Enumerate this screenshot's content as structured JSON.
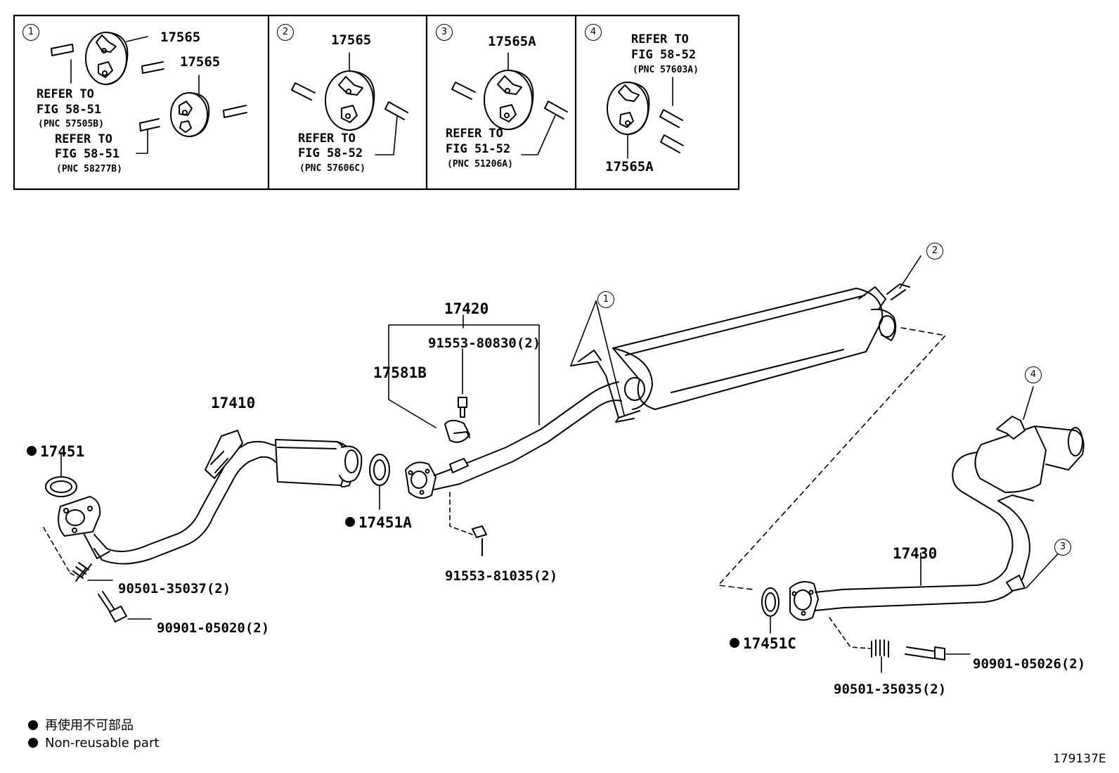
{
  "panels": [
    {
      "index": "1",
      "part_a": "17565",
      "part_b": "17565",
      "ref1": {
        "line1": "REFER TO",
        "line2": "FIG 58-51",
        "pnc": "(PNC 57505B)"
      },
      "ref2": {
        "line1": "REFER TO",
        "line2": "FIG 58-51",
        "pnc": "(PNC 58277B)"
      }
    },
    {
      "index": "2",
      "part": "17565",
      "ref": {
        "line1": "REFER TO",
        "line2": "FIG 58-52",
        "pnc": "(PNC 57606C)"
      }
    },
    {
      "index": "3",
      "part": "17565A",
      "ref": {
        "line1": "REFER TO",
        "line2": "FIG 51-52",
        "pnc": "(PNC 51206A)"
      }
    },
    {
      "index": "4",
      "part": "17565A",
      "ref": {
        "line1": "REFER TO",
        "line2": "FIG 58-52",
        "pnc": "(PNC 57603A)"
      }
    }
  ],
  "callouts": {
    "c1": "1",
    "c2": "2",
    "c3": "3",
    "c4": "4"
  },
  "parts": {
    "p17410": "17410",
    "p17451": "17451",
    "p17451A": "17451A",
    "p17420": "17420",
    "p17581B": "17581B",
    "p91553_80830": "91553-80830(2)",
    "p91553_81035": "91553-81035(2)",
    "p90501_35037": "90501-35037(2)",
    "p90901_05020": "90901-05020(2)",
    "p17430": "17430",
    "p17451C": "17451C",
    "p90501_35035": "90501-35035(2)",
    "p90901_05026": "90901-05026(2)"
  },
  "legend": {
    "japanese": "再使用不可部品",
    "english": "Non-reusable part"
  },
  "figure_id": "179137E"
}
